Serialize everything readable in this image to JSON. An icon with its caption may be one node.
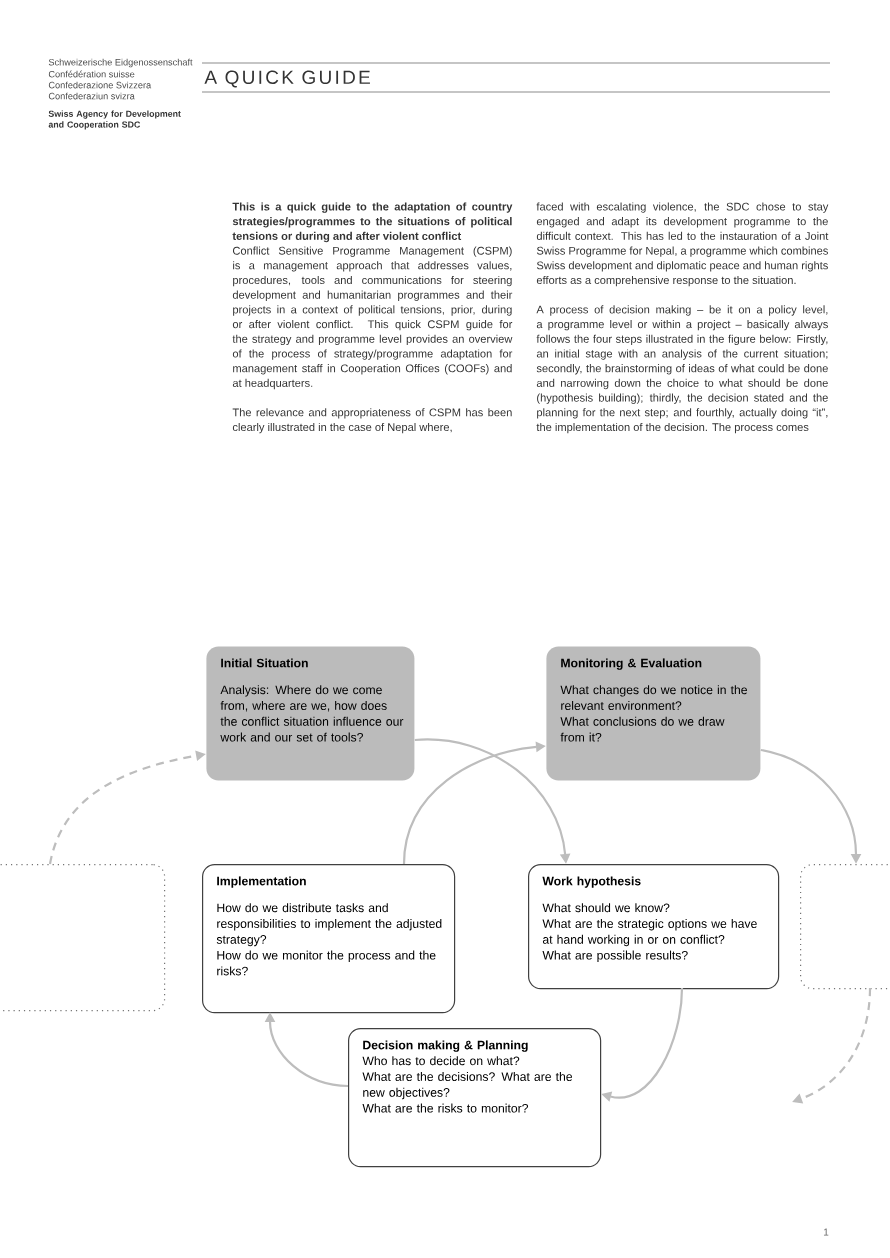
{
  "diagram": {
    "title": "A QUICK GUIDE",
    "nodes": [
      {
        "text": [
          "Initial Situation",
          "Analysis: Where do we come from, where are we, how does the conflict situation influence our work and our set of tools?"
        ]
      },
      {
        "text": [
          "Monitoring & Evaluation",
          "What changes do we notice in the relevant environment?",
          "What conclusions do we draw from it?"
        ]
      },
      {
        "text": [
          "Implementation",
          "How do we distribute tasks and responsibilities to implement the adjusted strategy?",
          "How do we monitor the process and the risks?"
        ]
      },
      {
        "text": [
          "Work hypothesis",
          "What should we know?",
          "What are the strategic options we have at hand working in or on conflict?",
          "What are possible results?"
        ]
      },
      {
        "text": [
          "Decision making & Planning",
          "Who has to decide on what?",
          "What are the decisions? What are the new objectives?",
          "What are the risks to monitor?"
        ]
      },
      {
        "text": [],
        "shape": "box"
      },
      {
        "text": [],
        "shape": "box"
      }
    ],
    "edges": [
      {
        "from": 5,
        "to": 0,
        "arrow": "to",
        "style": "dashed"
      },
      {
        "from": 0,
        "to": 3,
        "arrow": "to"
      },
      {
        "from": 2,
        "to": 1,
        "arrow": "to"
      },
      {
        "from": 1,
        "to": 6,
        "arrow": "to"
      },
      {
        "from": 3,
        "to": 4,
        "arrow": "to"
      },
      {
        "from": 4,
        "to": 2,
        "arrow": "to"
      },
      {
        "from": 6,
        "to": null,
        "arrow": "to",
        "style": "dashed"
      }
    ],
    "labels": [
      "Schweizerische Eidgenossenschaft",
      "Confédération suisse",
      "Confederazione Svizzera",
      "Confederaziun svizra",
      "Swiss Agency for Development and Cooperation SDC",
      "This is a quick guide to the adaptation of country strategies/programmes to the situations of political tensions or during and after violent conflict",
      "Conflict Sensitive Programme Management (CSPM) is a management approach that addresses values, procedures, tools and communications for steering development and humanitarian programmes and their projects in a context of political tensions, prior, during or after violent conflict. This quick CSPM guide for the strategy and programme level provides an overview of the process of strategy/programme adaptation for management staff in Cooperation Offices (COOFs) and at headquarters.",
      "The relevance and appropriateness of CSPM has been clearly illustrated in the case of Nepal where,",
      "faced with escalating violence, the SDC chose to stay engaged and adapt its development programme to the difficult context. This has led to the instauration of a Joint Swiss Programme for Nepal, a programme which combines Swiss development and diplomatic peace and human rights efforts as a comprehensive response to the situation.",
      "A process of decision making – be it on a policy level, a programme level or within a project – basically always follows the four steps illustrated in the figure below: Firstly, an initial stage with an analysis of the current situation; secondly, the brainstorming of ideas of what could be done and narrowing down the choice to what should be done (hypothesis building); thirdly, the decision stated and the planning for the next step; and fourthly, actually doing “it”, the implementation of the decision. The process comes",
      "1"
    ]
  }
}
